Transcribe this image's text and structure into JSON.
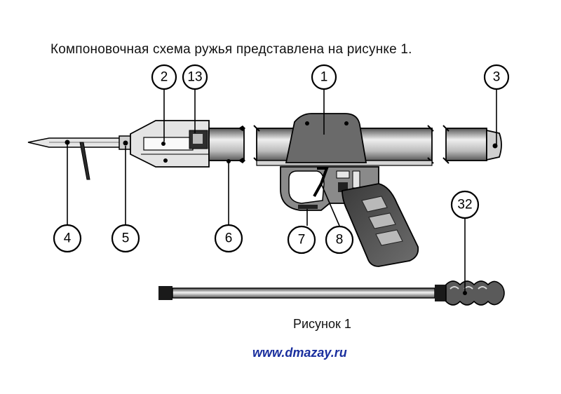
{
  "header": {
    "title": "Компоновочная схема  ружья представлена на рисунке 1."
  },
  "figure": {
    "caption": "Рисунок 1"
  },
  "footer": {
    "website": "www.dmazay.ru"
  },
  "colors": {
    "ink": "#000000",
    "link": "#1a2f9e",
    "background": "#ffffff"
  },
  "callouts": [
    {
      "id": "c1",
      "label": "1"
    },
    {
      "id": "c2",
      "label": "2"
    },
    {
      "id": "c3",
      "label": "3"
    },
    {
      "id": "c4",
      "label": "4"
    },
    {
      "id": "c5",
      "label": "5"
    },
    {
      "id": "c6",
      "label": "6"
    },
    {
      "id": "c7",
      "label": "7"
    },
    {
      "id": "c8",
      "label": "8"
    },
    {
      "id": "c13",
      "label": "13"
    },
    {
      "id": "c32",
      "label": "32"
    }
  ]
}
